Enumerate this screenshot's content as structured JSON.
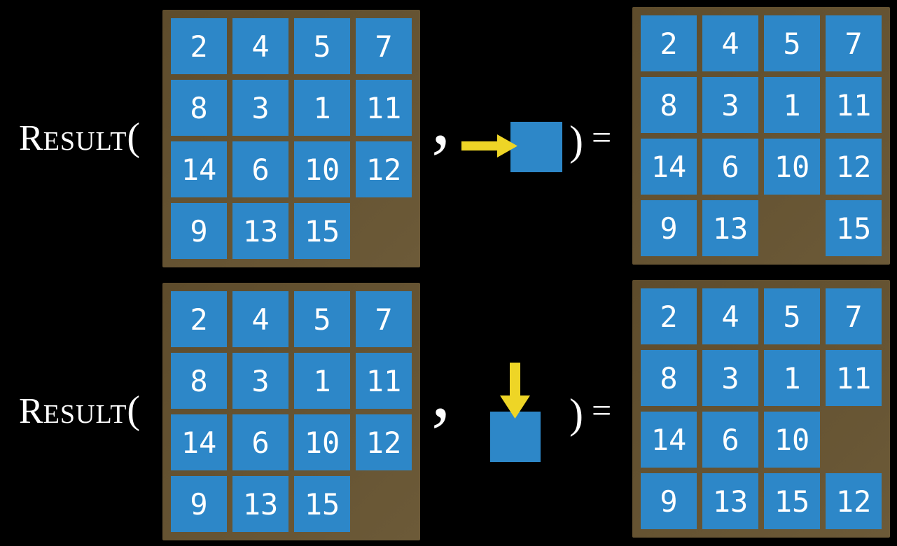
{
  "function_label": {
    "initial": "R",
    "rest": "ESULT"
  },
  "symbols": {
    "open_paren": "(",
    "comma": ",",
    "close_paren": ")",
    "equals": "="
  },
  "colors": {
    "tile_blue": "#2d87c8",
    "frame_brown_dark": "#5e4c2c",
    "frame_brown_light": "#6c5a38",
    "arrow_yellow": "#eed526",
    "text_white": "#ffffff",
    "bg_black": "#000000"
  },
  "examples": [
    {
      "id": "move-right",
      "move_direction": "right",
      "input_grid": [
        [
          "2",
          "4",
          "5",
          "7"
        ],
        [
          "8",
          "3",
          "1",
          "11"
        ],
        [
          "14",
          "6",
          "10",
          "12"
        ],
        [
          "9",
          "13",
          "15",
          null
        ]
      ],
      "output_grid": [
        [
          "2",
          "4",
          "5",
          "7"
        ],
        [
          "8",
          "3",
          "1",
          "11"
        ],
        [
          "14",
          "6",
          "10",
          "12"
        ],
        [
          "9",
          "13",
          null,
          "15"
        ]
      ]
    },
    {
      "id": "move-down",
      "move_direction": "down",
      "input_grid": [
        [
          "2",
          "4",
          "5",
          "7"
        ],
        [
          "8",
          "3",
          "1",
          "11"
        ],
        [
          "14",
          "6",
          "10",
          "12"
        ],
        [
          "9",
          "13",
          "15",
          null
        ]
      ],
      "output_grid": [
        [
          "2",
          "4",
          "5",
          "7"
        ],
        [
          "8",
          "3",
          "1",
          "11"
        ],
        [
          "14",
          "6",
          "10",
          null
        ],
        [
          "9",
          "13",
          "15",
          "12"
        ]
      ]
    }
  ]
}
